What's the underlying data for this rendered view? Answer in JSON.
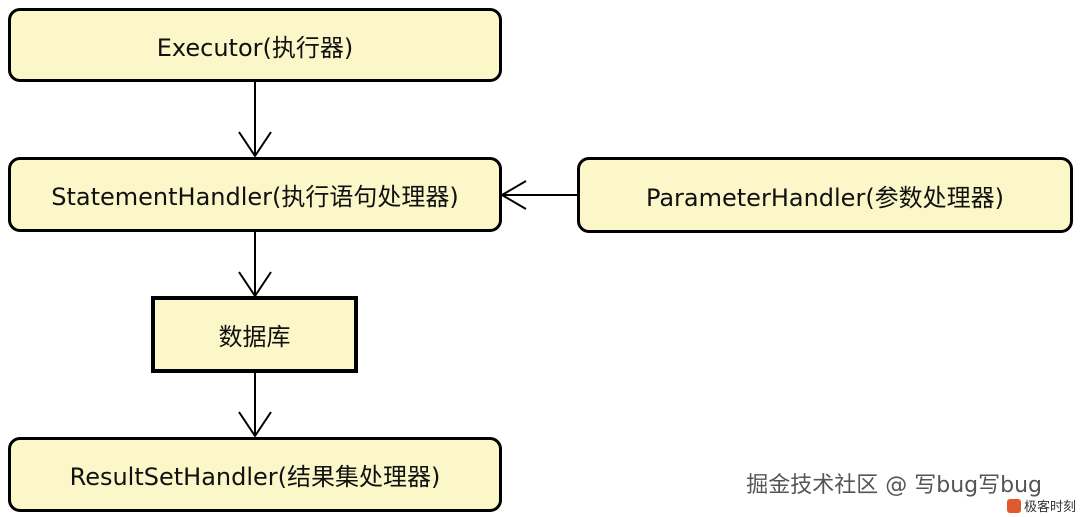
{
  "nodes": {
    "executor": "Executor(执行器)",
    "statement_handler": "StatementHandler(执行语句处理器)",
    "parameter_handler": "ParameterHandler(参数处理器)",
    "database": "数据库",
    "result_set_handler": "ResultSetHandler(结果集处理器)"
  },
  "edges": [
    {
      "from": "executor",
      "to": "statement_handler"
    },
    {
      "from": "parameter_handler",
      "to": "statement_handler"
    },
    {
      "from": "statement_handler",
      "to": "database"
    },
    {
      "from": "database",
      "to": "result_set_handler"
    }
  ],
  "watermark": "掘金技术社区 @ 写bug写bug",
  "logo": "极客时刻",
  "colors": {
    "node_fill": "#fbf7c8",
    "stroke": "#000000"
  }
}
